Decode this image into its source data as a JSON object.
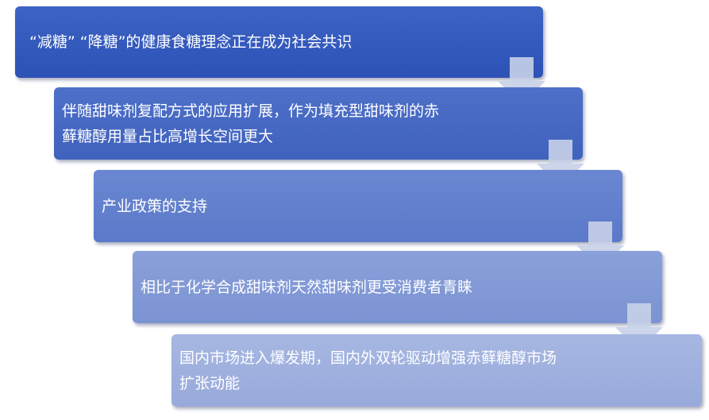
{
  "steps": [
    {
      "line1": "“减糖” “降糖”的健康食糖理念正在成为社会共识",
      "line2": ""
    },
    {
      "line1": "伴随甜味剂复配方式的应用扩展，作为填充型甜味剂的赤",
      "line2": "藓糖醇用量占比高增长空间更大"
    },
    {
      "line1": "产业政策的支持",
      "line2": ""
    },
    {
      "line1": "相比于化学合成甜味剂天然甜味剂更受消费者青睐",
      "line2": ""
    },
    {
      "line1": "国内市场进入爆发期，国内外双轮驱动增强赤藓糖醇市场",
      "line2": "扩张动能"
    }
  ],
  "colors": {
    "step1": "#3458bd",
    "step2": "#4568c2",
    "step3": "#6180cd",
    "step4": "#8399d6",
    "step5": "#a0b1df",
    "arrow": "#c8d0e8"
  }
}
